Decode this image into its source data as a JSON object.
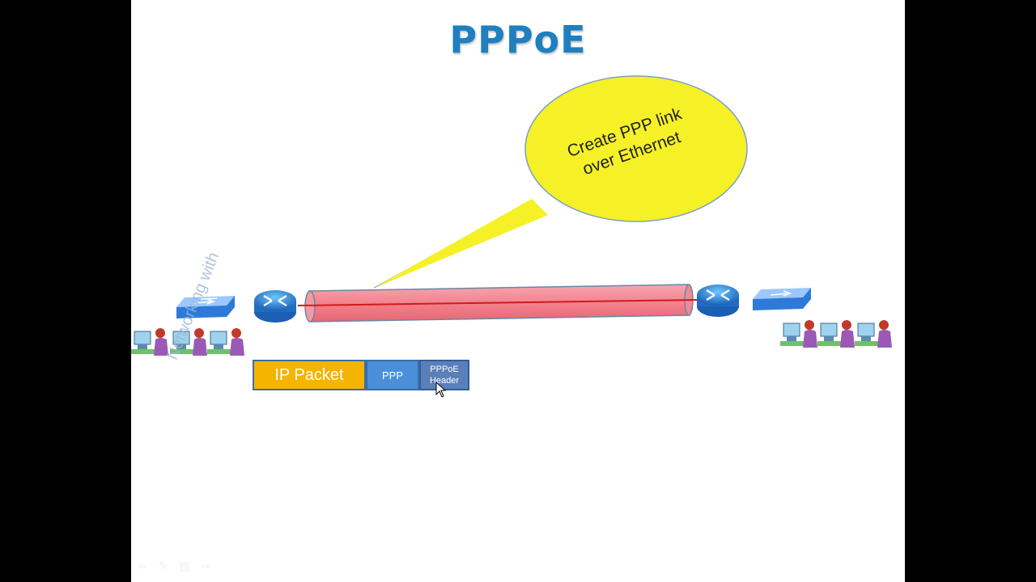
{
  "slide": {
    "title": "PPPoE",
    "callout": "Create PPP link over Ethernet",
    "watermark": "Networking with",
    "frame": {
      "ip_packet": "IP Packet",
      "ppp": "PPP",
      "pppoe_header_line1": "PPPoE",
      "pppoe_header_line2": "Header"
    }
  },
  "colors": {
    "title": "#1f7fbf",
    "tunnel": "#f58a95",
    "balloon": "#f5f126",
    "ip_packet": "#f4b400",
    "ppp": "#4a8fd8",
    "pppoe_header": "#5b7fb8"
  },
  "icons": [
    "router-icon",
    "switch-icon",
    "user-workstation-icon",
    "cursor-icon"
  ],
  "nav": [
    "back-arrow-icon",
    "pen-icon",
    "menu-icon",
    "forward-arrow-icon"
  ]
}
